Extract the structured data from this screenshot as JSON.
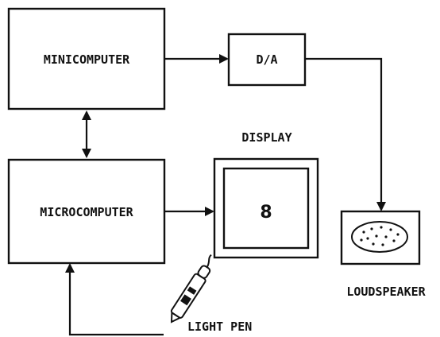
{
  "diagram": {
    "nodes": {
      "minicomputer": "MINICOMPUTER",
      "da": "D/A",
      "display": "DISPLAY",
      "display_digit": "8",
      "microcomputer": "MICROCOMPUTER",
      "loudspeaker": "LOUDSPEAKER",
      "light_pen": "LIGHT PEN"
    },
    "edges": [
      {
        "from": "minicomputer",
        "to": "da"
      },
      {
        "from": "da",
        "to": "loudspeaker"
      },
      {
        "from": "minicomputer",
        "to": "microcomputer",
        "bidirectional": true
      },
      {
        "from": "microcomputer",
        "to": "display"
      },
      {
        "from": "light_pen",
        "to": "microcomputer"
      }
    ]
  }
}
